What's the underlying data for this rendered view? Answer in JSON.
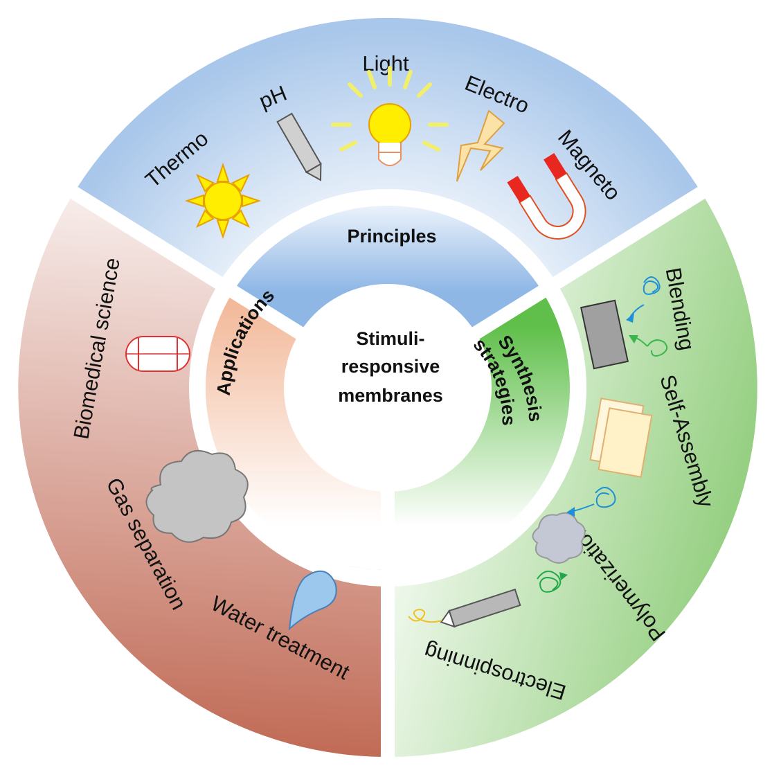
{
  "center": {
    "line1": "Stimuli-",
    "line2": "responsive",
    "line3": "membranes"
  },
  "ring": {
    "principles": "Principles",
    "applications": "Applications",
    "synthesis_line1": "Synthesis",
    "synthesis_line2": "strategies"
  },
  "principles_items": [
    "Thermo",
    "pH",
    "Light",
    "Electro",
    "Magneto"
  ],
  "synthesis_items": [
    "Blending",
    "Self-Assembly",
    "Polymerization",
    "Electrospinning"
  ],
  "applications_items": [
    "Biomedical science",
    "Gas separation",
    "Water treatment"
  ],
  "colors": {
    "principles_sector": "#aac8ea",
    "synthesis_sector": "#9fd48e",
    "applications_sector": "#c97a66",
    "sun": "#ffee00",
    "sun_stroke": "#e8a000",
    "magnet": "#e8281e",
    "droplet": "#9cc8ee",
    "cloud": "#c4c4c4"
  }
}
